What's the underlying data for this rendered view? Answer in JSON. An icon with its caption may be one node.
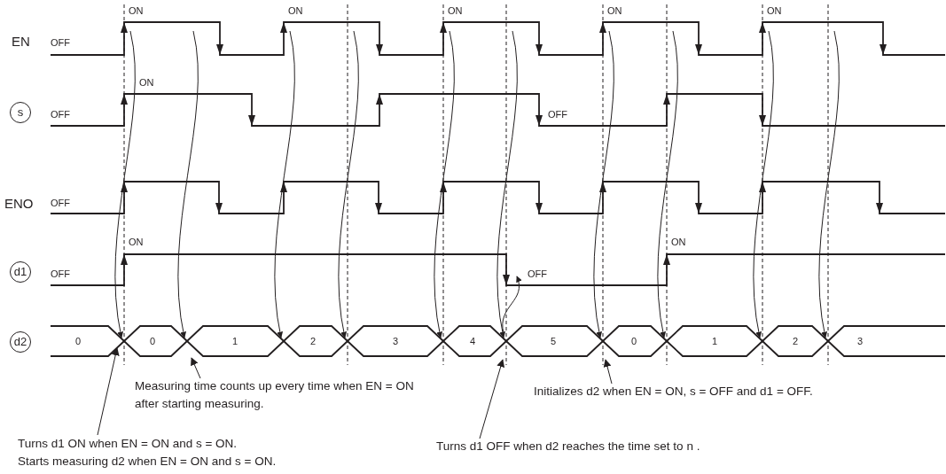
{
  "diagram": {
    "nodes": [
      {
        "text": [
          "Measuring time counts up every time when EN = ON after starting measuring."
        ]
      },
      {
        "text": [
          "Initializes d2 when EN = ON, s = OFF and d1 = OFF."
        ]
      },
      {
        "text": [
          "Turns d1 ON when EN = ON and s = ON.",
          "Starts measuring d2 when EN = ON and s = ON."
        ]
      },
      {
        "text": [
          "Turns d1 OFF when d2 reaches the time set to n ."
        ]
      }
    ],
    "edges": [
      {
        "from": 0,
        "to": null,
        "arrow": "to"
      },
      {
        "from": 1,
        "to": null,
        "arrow": "to"
      },
      {
        "from": 2,
        "to": null,
        "arrow": "to"
      },
      {
        "from": 3,
        "to": null,
        "arrow": "to"
      }
    ],
    "labels": [
      "ON",
      "ON",
      "ON",
      "ON",
      "ON",
      "EN",
      "OFF",
      "ON",
      "s",
      "OFF",
      "OFF",
      "ENO",
      "OFF",
      "ON",
      "ON",
      "d1",
      "OFF",
      "OFF",
      "d2",
      "0",
      "0",
      "1",
      "2",
      "3",
      "4",
      "5",
      "0",
      "1",
      "2",
      "3"
    ]
  }
}
